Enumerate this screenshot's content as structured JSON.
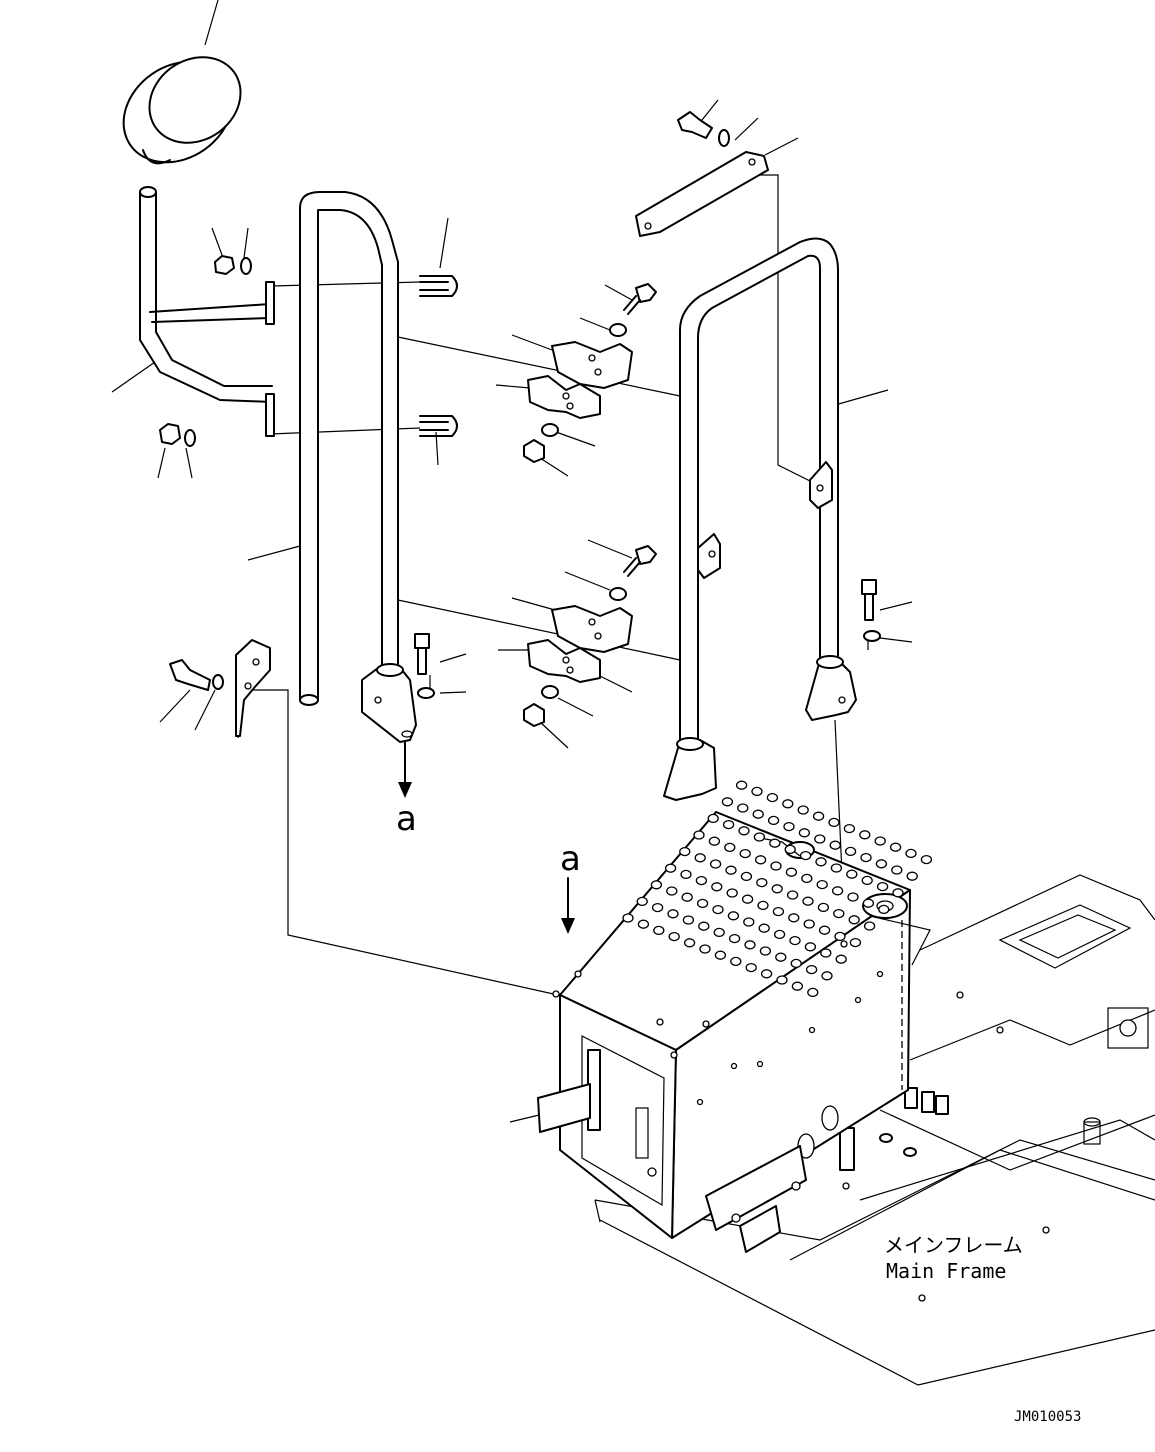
{
  "labels": {
    "view_a_top": "a",
    "view_a_bottom": "a",
    "frame_jp": "メインフレーム",
    "frame_en": "Main Frame",
    "drawing_no": "JM010053"
  }
}
